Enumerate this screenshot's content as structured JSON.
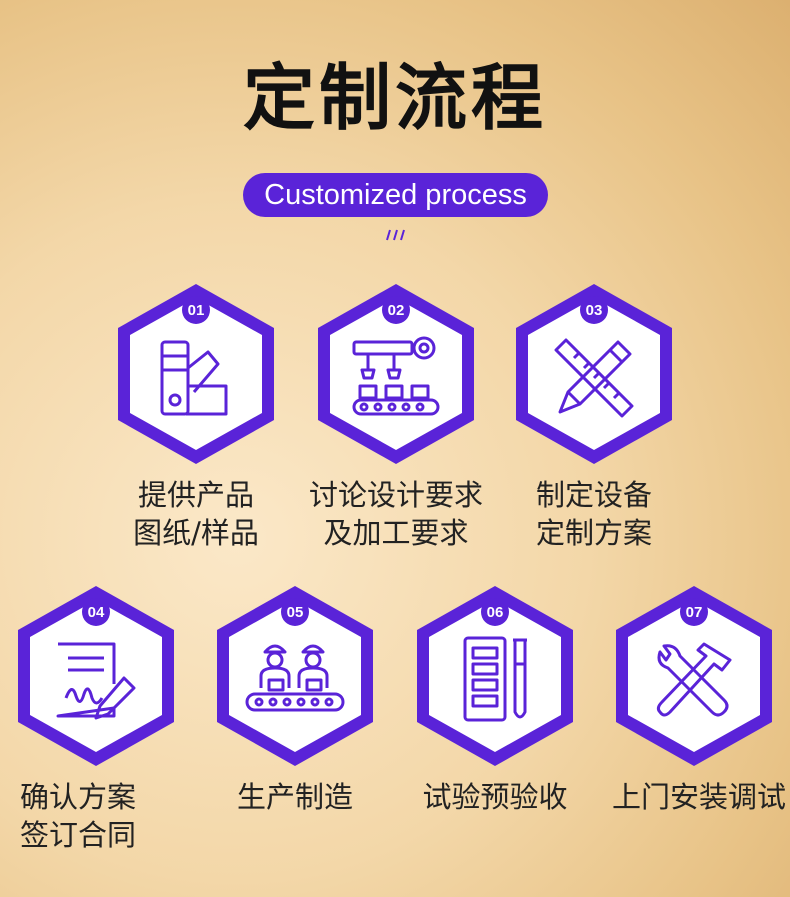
{
  "title": "定制流程",
  "subtitle": "Customized process",
  "accent_color": "#5a23d8",
  "steps": [
    {
      "number": "01",
      "icon": "color-swatch-icon",
      "line1": "提供产品",
      "line2": "图纸/样品"
    },
    {
      "number": "02",
      "icon": "assembly-line-icon",
      "line1": "讨论设计要求",
      "line2": "及加工要求"
    },
    {
      "number": "03",
      "icon": "ruler-pencil-icon",
      "line1": "制定设备",
      "line2": "定制方案"
    },
    {
      "number": "04",
      "icon": "contract-sign-icon",
      "line1": "确认方案",
      "line2": "签订合同"
    },
    {
      "number": "05",
      "icon": "workers-conveyor-icon",
      "line1": "生产制造",
      "line2": ""
    },
    {
      "number": "06",
      "icon": "test-tube-rack-icon",
      "line1": "试验预验收",
      "line2": ""
    },
    {
      "number": "07",
      "icon": "wrench-hammer-icon",
      "line1": "上门安装调试",
      "line2": ""
    }
  ]
}
